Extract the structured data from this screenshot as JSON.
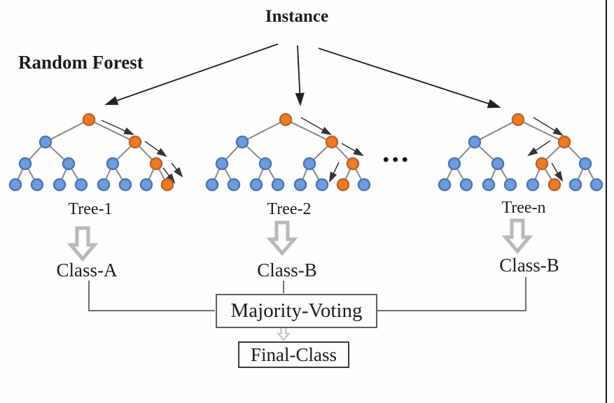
{
  "figure": {
    "instance_label": "Instance",
    "random_forest_label": "Random Forest",
    "dots_label": "...",
    "voting_label": "Majority-Voting",
    "final_label": "Final-Class"
  },
  "trees": [
    {
      "label": "Tree-1",
      "class_label": "Class-A",
      "nodes": {
        "root": "orange",
        "l2": [
          "blue",
          "orange"
        ],
        "l3": [
          "blue",
          "blue",
          "blue",
          "orange"
        ],
        "leaves": [
          "blue",
          "blue",
          "blue",
          "blue",
          "blue",
          "blue",
          "blue",
          "orange"
        ]
      },
      "decision_arrows": [
        [
          143,
          12,
          188,
          32
        ],
        [
          205,
          42,
          235,
          63
        ],
        [
          231,
          80,
          247,
          101
        ],
        [
          243,
          73,
          258,
          92
        ]
      ]
    },
    {
      "label": "Tree-2",
      "class_label": "Class-B",
      "nodes": {
        "root": "orange",
        "l2": [
          "blue",
          "orange"
        ],
        "l3": [
          "blue",
          "blue",
          "blue",
          "orange"
        ],
        "leaves": [
          "blue",
          "blue",
          "blue",
          "blue",
          "blue",
          "blue",
          "orange",
          "blue"
        ]
      },
      "decision_arrows": [
        [
          147,
          8,
          189,
          32
        ],
        [
          205,
          45,
          235,
          62
        ],
        [
          201,
          72,
          188,
          99
        ]
      ]
    },
    {
      "label": "Tree-n",
      "class_label": "Class-B",
      "nodes": {
        "root": "orange",
        "l2": [
          "blue",
          "orange"
        ],
        "l3": [
          "blue",
          "blue",
          "orange",
          "blue"
        ],
        "leaves": [
          "blue",
          "blue",
          "blue",
          "blue",
          "blue",
          "orange",
          "blue",
          "blue"
        ]
      },
      "decision_arrows": [
        [
          147,
          8,
          188,
          33
        ],
        [
          171,
          41,
          140,
          62
        ],
        [
          173,
          73,
          188,
          98
        ]
      ]
    }
  ],
  "colors": {
    "node_blue": "#6f9cdf",
    "node_blue_border": "#4a76b8",
    "node_orange": "#ee7d22",
    "node_orange_border": "#c55f25",
    "tree_edge": "#8f8f8f",
    "decision_arrow": "#333333",
    "top_arrow": "#222222",
    "block_arrow_outline": "#b9b9b9",
    "small_block_arrow_outline": "#c9c9c9",
    "connector": "#6e6e6e",
    "frame_line": "#1a1a1a"
  }
}
